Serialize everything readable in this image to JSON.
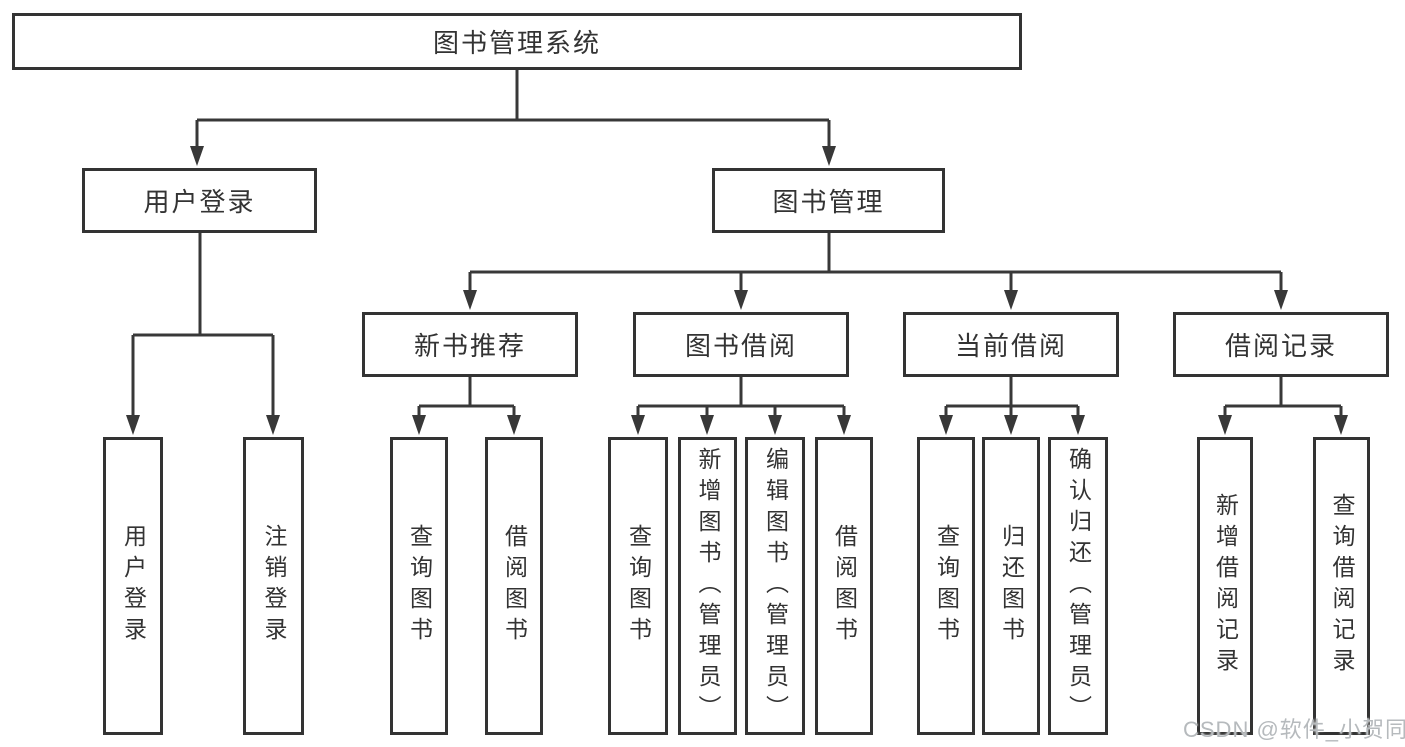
{
  "tree": {
    "root": "图书管理系统",
    "children": [
      {
        "label": "用户登录",
        "children": [
          "用户登录",
          "注销登录"
        ]
      },
      {
        "label": "图书管理",
        "children": [
          {
            "label": "新书推荐",
            "children": [
              "查询图书",
              "借阅图书"
            ]
          },
          {
            "label": "图书借阅",
            "children": [
              "查询图书",
              "新增图书（管理员）",
              "编辑图书（管理员）",
              "借阅图书"
            ]
          },
          {
            "label": "当前借阅",
            "children": [
              "查询图书",
              "归还图书",
              "确认归还（管理员）"
            ]
          },
          {
            "label": "借阅记录",
            "children": [
              "新增借阅记录",
              "查询借阅记录"
            ]
          }
        ]
      }
    ]
  },
  "watermark": {
    "text": "CSDN @软件_小贺同学"
  },
  "colors": {
    "line": "#383838",
    "box_border": "#333333",
    "text": "#333333",
    "watermark": "#b6babd",
    "background": "#ffffff"
  }
}
